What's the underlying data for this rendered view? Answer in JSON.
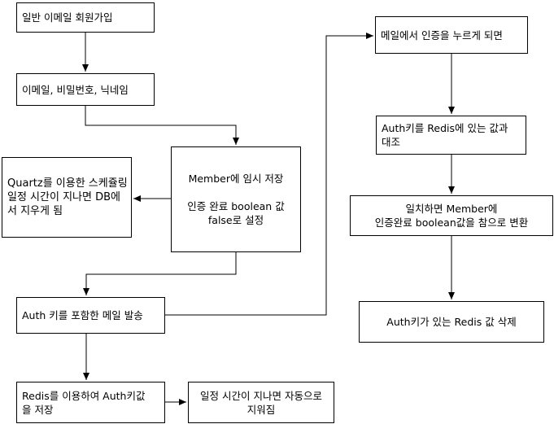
{
  "nodes": {
    "signup": {
      "text": "일반 이메일 회원가입"
    },
    "fields": {
      "text": "이메일, 비밀번호, 닉네임"
    },
    "member_temp": {
      "text": "Member에 임시 저장\n\n인증 완료 boolean 값\nfalse로 설정"
    },
    "quartz": {
      "text": "Quartz를 이용한 스케쥴링\n일정 시간이 지나면 DB에\n서 지우게 됨"
    },
    "send_mail": {
      "text": "Auth 키를 포함한 메일 발송"
    },
    "redis_save": {
      "text": "Redis를 이용하여 Auth키값\n을 저장"
    },
    "auto_delete": {
      "text": "일정 시간이 지나면 자동으로\n지워짐"
    },
    "mail_verify": {
      "text": "메일에서 인증을 누르게 되면"
    },
    "compare": {
      "text": "Auth키를 Redis에 있는 값과\n대조"
    },
    "convert": {
      "text": "일치하면 Member에\n인증완료 boolean값을 참으로 변환"
    },
    "delete_key": {
      "text": "Auth키가 있는 Redis 값 삭제"
    }
  }
}
